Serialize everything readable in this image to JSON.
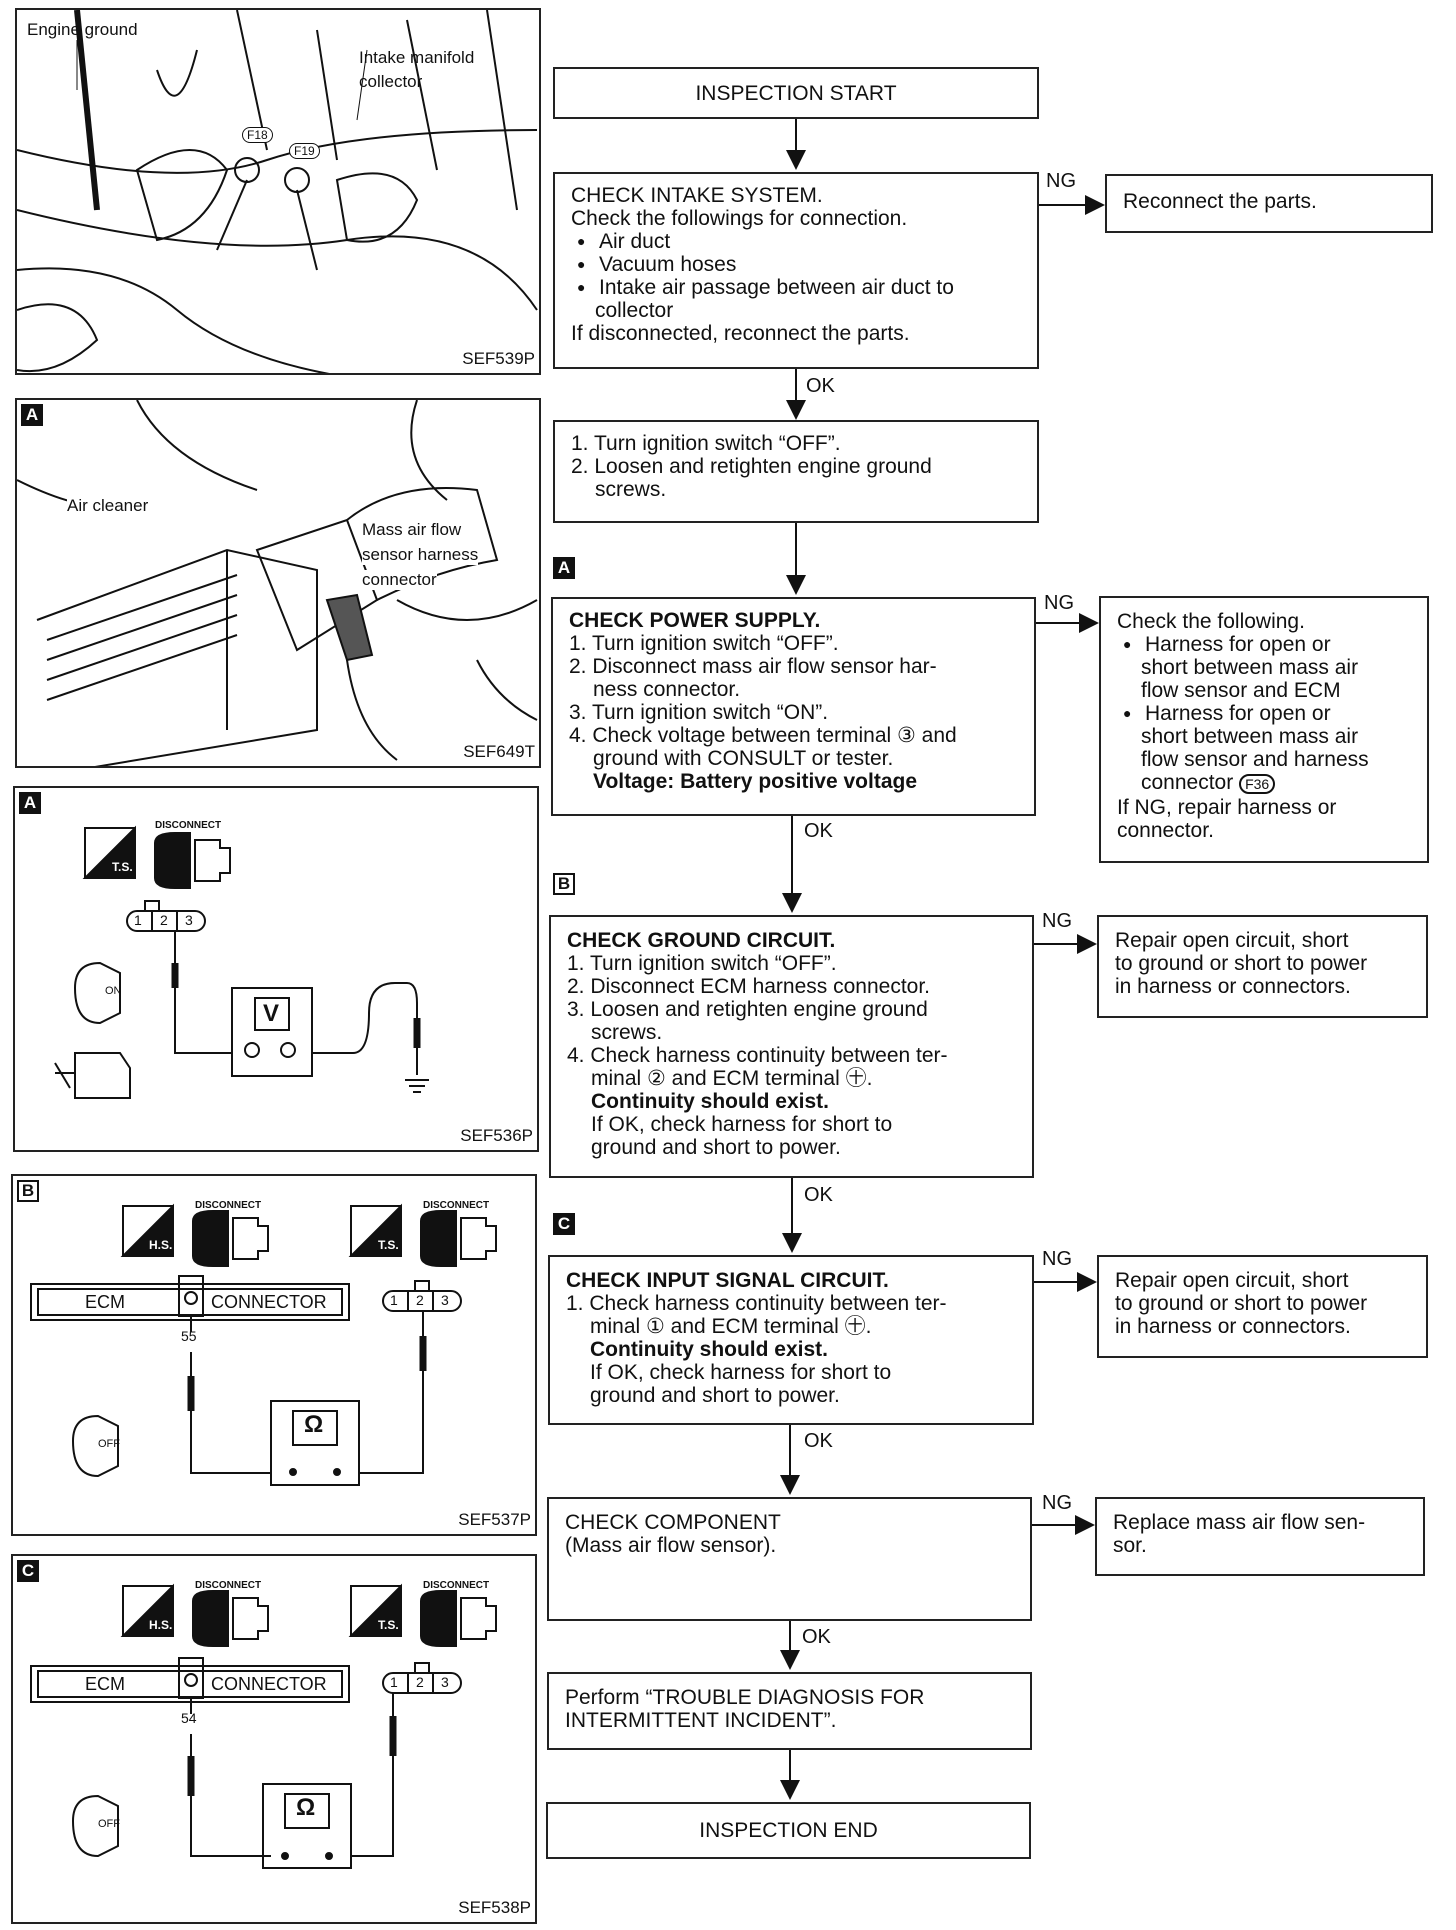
{
  "start": "INSPECTION START",
  "end": "INSPECTION END",
  "ng": "NG",
  "ok": "OK",
  "tags": {
    "a": "A",
    "b": "B",
    "c": "C"
  },
  "steps": {
    "intake": {
      "title": "CHECK INTAKE SYSTEM.",
      "intro": "Check the followings for connection.",
      "bullets": [
        "Air duct",
        "Vacuum hoses",
        "Intake air passage between air duct to",
        "collector"
      ],
      "note": "If disconnected, reconnect the parts.",
      "ng_action": "Reconnect the parts."
    },
    "ground_screws": {
      "lines": [
        "1. Turn ignition switch “OFF”.",
        "2. Loosen and retighten engine ground",
        "screws."
      ]
    },
    "power": {
      "title": "CHECK POWER SUPPLY.",
      "lines": [
        "1. Turn ignition switch “OFF”.",
        "2. Disconnect mass air flow sensor har-",
        "ness connector.",
        "3. Turn ignition switch “ON”.",
        "4. Check voltage between terminal ③ and",
        "ground with CONSULT or tester."
      ],
      "spec": "Voltage: Battery positive voltage",
      "ng_title": "Check the following.",
      "ng_lines": [
        "Harness for open or",
        "short between mass air",
        "flow sensor and ECM",
        "Harness for open or",
        "short between mass air",
        "flow sensor and harness",
        "connector"
      ],
      "ng_connector": "F36",
      "ng_note": [
        "If NG, repair harness or",
        "connector."
      ]
    },
    "ground": {
      "title": "CHECK GROUND CIRCUIT.",
      "lines": [
        "1. Turn ignition switch “OFF”.",
        "2. Disconnect ECM harness connector.",
        "3. Loosen and retighten engine ground",
        "screws.",
        "4. Check harness continuity between ter-",
        "minal ② and ECM terminal ㊉."
      ],
      "spec": "Continuity should exist.",
      "note": [
        "If OK, check harness for short to",
        "ground and short to power."
      ],
      "ng_action": [
        "Repair open circuit, short",
        "to ground or short to power",
        "in harness or connectors."
      ]
    },
    "input": {
      "title": "CHECK INPUT SIGNAL CIRCUIT.",
      "lines": [
        "1. Check harness continuity between ter-",
        "minal ① and ECM terminal ㊉."
      ],
      "spec": "Continuity should exist.",
      "note": [
        "If OK, check harness for short to",
        "ground and short to power."
      ],
      "ng_action": [
        "Repair open circuit, short",
        "to ground or short to power",
        "in harness or connectors."
      ]
    },
    "component": {
      "lines": [
        "CHECK COMPONENT",
        "(Mass air flow sensor)."
      ],
      "ng_action": [
        "Replace mass air flow sen-",
        "sor."
      ]
    },
    "perform": {
      "lines": [
        "Perform “TROUBLE DIAGNOSIS FOR",
        "INTERMITTENT INCIDENT”."
      ]
    }
  },
  "figures": {
    "fig1": {
      "code": "SEF539P",
      "labels": [
        "Engine ground",
        "Intake manifold",
        "collector",
        "F18",
        "F19"
      ]
    },
    "fig2": {
      "code": "SEF649T",
      "tag": "A",
      "labels": [
        "Air cleaner",
        "Mass air flow",
        "sensor harness",
        "connector"
      ]
    },
    "fig3": {
      "code": "SEF536P",
      "tag": "A",
      "labels": [
        "DISCONNECT",
        "T.S.",
        "1",
        "2",
        "3",
        "V",
        "ON"
      ]
    },
    "fig4": {
      "code": "SEF537P",
      "tag": "B",
      "labels": [
        "DISCONNECT",
        "H.S.",
        "T.S.",
        "ECM",
        "CONNECTOR",
        "55",
        "1",
        "2",
        "3",
        "Ω",
        "OFF"
      ]
    },
    "fig5": {
      "code": "SEF538P",
      "tag": "C",
      "labels": [
        "DISCONNECT",
        "H.S.",
        "T.S.",
        "ECM",
        "CONNECTOR",
        "54",
        "1",
        "2",
        "3",
        "Ω",
        "OFF"
      ]
    }
  }
}
